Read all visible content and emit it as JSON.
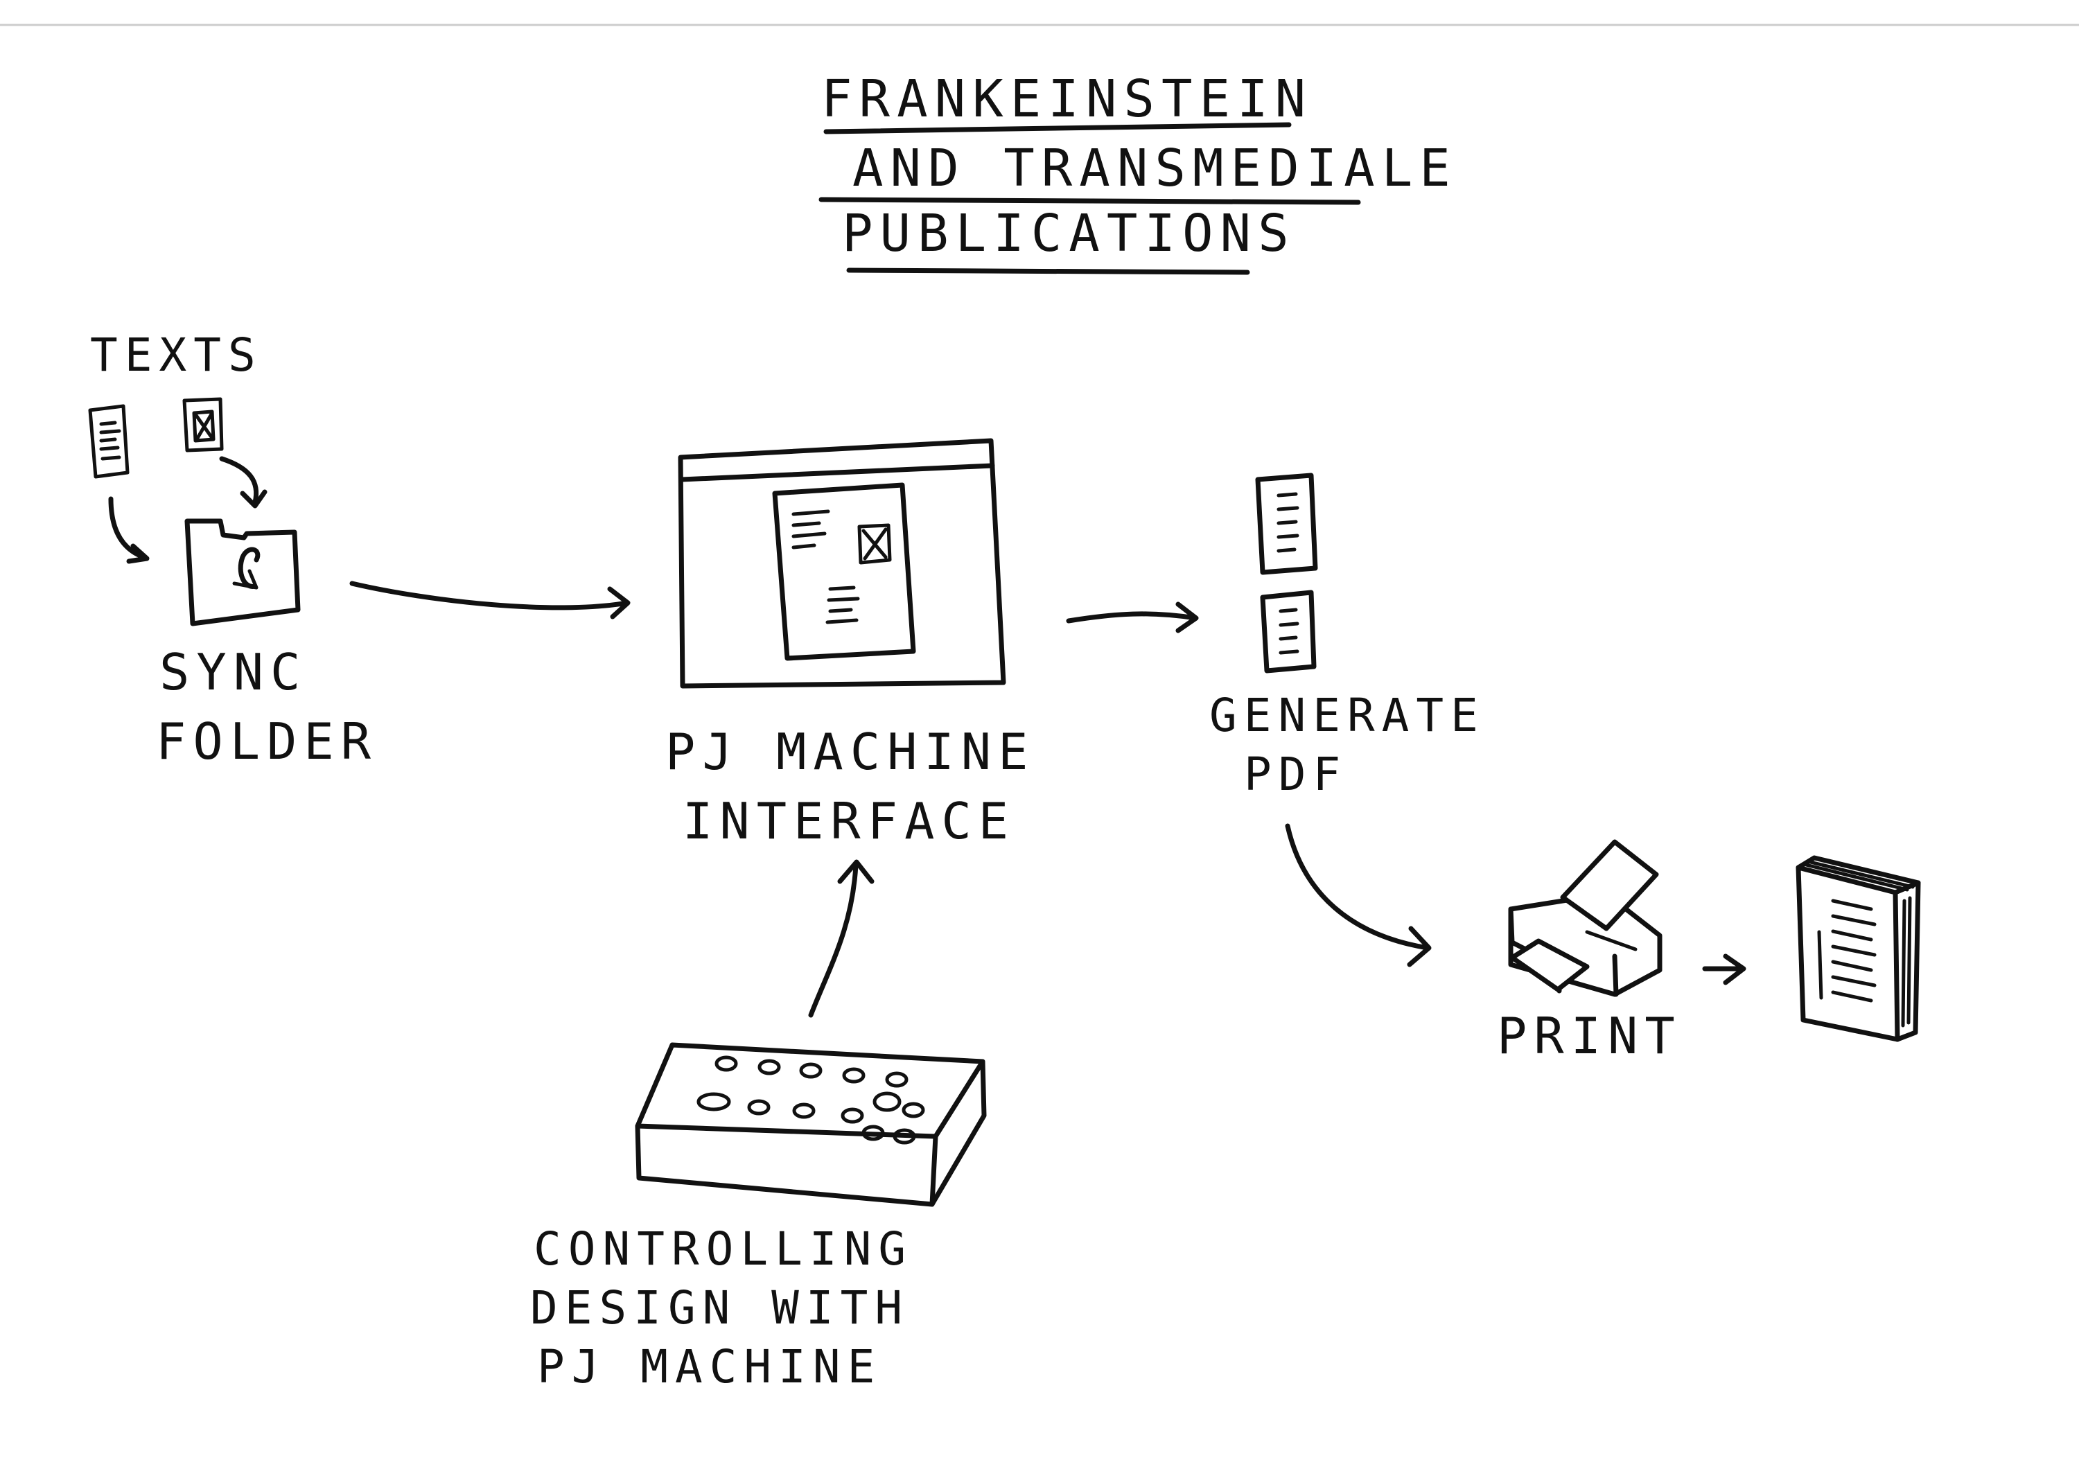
{
  "title": {
    "line1": "FRANKEINSTEIN",
    "line2": "AND TRANSMEDIALE",
    "line3": "PUBLICATIONS"
  },
  "nodes": {
    "texts": {
      "label": "TEXTS"
    },
    "sync_folder": {
      "label_line1": "SYNC",
      "label_line2": "FOLDER"
    },
    "interface": {
      "label_line1": "PJ MACHINE",
      "label_line2": "INTERFACE"
    },
    "generate_pdf": {
      "label_line1": "GENERATE",
      "label_line2": "PDF"
    },
    "print": {
      "label": "PRINT"
    },
    "controller": {
      "label_line1": "CONTROLLING",
      "label_line2": "DESIGN WITH",
      "label_line3": "PJ MACHINE"
    }
  },
  "edges": [
    {
      "from": "texts",
      "to": "sync_folder"
    },
    {
      "from": "sync_folder",
      "to": "interface"
    },
    {
      "from": "controller",
      "to": "interface"
    },
    {
      "from": "interface",
      "to": "generate_pdf"
    },
    {
      "from": "generate_pdf",
      "to": "print"
    },
    {
      "from": "print",
      "to": "printed_book"
    }
  ],
  "style": {
    "ink_color": "#111111",
    "background": "#ffffff",
    "top_rule_color": "#cccccc"
  }
}
